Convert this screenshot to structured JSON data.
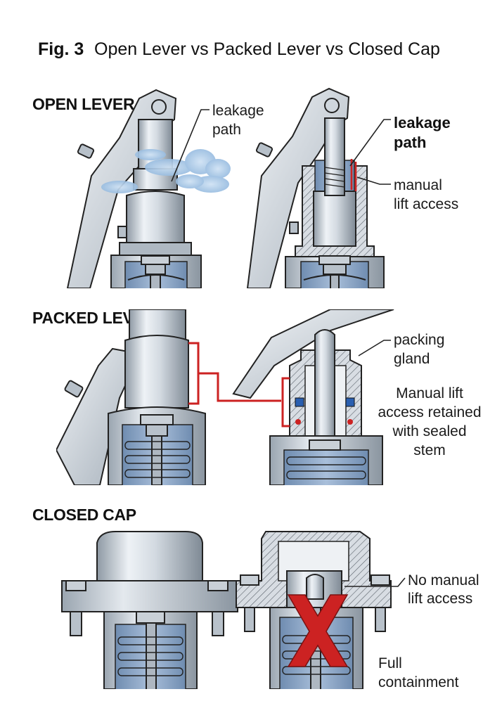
{
  "figure": {
    "number": "Fig. 3",
    "title": "Open Lever vs Packed Lever vs Closed Cap"
  },
  "sections": {
    "open_lever": {
      "heading": "OPEN LEVER",
      "left_label": [
        "leakage",
        "path"
      ],
      "right_label_bold": [
        "leakage",
        "path"
      ],
      "right_label": [
        "manual",
        "lift access"
      ]
    },
    "packed_lever": {
      "heading": "PACKED LEVER",
      "gland_label": [
        "packing",
        "gland"
      ],
      "note": [
        "Manual lift",
        "access retained",
        "with sealed",
        "stem"
      ]
    },
    "closed_cap": {
      "heading": "CLOSED CAP",
      "no_access_label": [
        "No manual",
        "lift access"
      ],
      "containment_label": [
        "Full",
        "containment"
      ]
    }
  },
  "colors": {
    "steel_light": "#e3e8ee",
    "steel_mid": "#b9c3cd",
    "steel_dark": "#7d8893",
    "spring_cavity": "#8aa3c2",
    "leak_cloud": "#aac8e6",
    "accent_red": "#cc2222",
    "seal_blue": "#2a5fb0",
    "outline": "#222222"
  }
}
